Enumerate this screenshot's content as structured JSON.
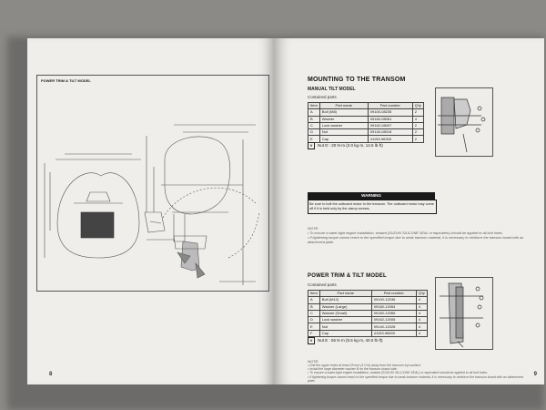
{
  "left_page": {
    "heading": "POWER TRIM & TILT MODEL",
    "page_number": "8"
  },
  "right_page": {
    "title": "MOUNTING TO THE TRANSOM",
    "page_number": "9",
    "manual": {
      "subtitle": "MANUAL TILT MODEL",
      "contained_parts_label": "Contained parts",
      "columns": [
        "Item",
        "Part name",
        "Part number",
        "Q'ty"
      ],
      "rows": [
        [
          "A",
          "Bolt (M8)",
          "09100-08235",
          "2"
        ],
        [
          "B",
          "Washer",
          "09160-08061",
          "4"
        ],
        [
          "C",
          "Lock washer",
          "09162-08007",
          "2"
        ],
        [
          "D",
          "Nut",
          "09140-08018",
          "2"
        ],
        [
          "E",
          "Cap",
          "41153-96300",
          "2"
        ]
      ],
      "torque_box": "V",
      "torque": "Nut D : 20 N·m (2.0 kg·m, 14.5 lb·ft)"
    },
    "warning": {
      "title": "WARNING",
      "text": "Be sure to bolt the outboard motor to the transom. The outboard motor may come off if it is held only by the clamp screws."
    },
    "note1": {
      "title": "NOTE:",
      "items": [
        "To ensure a water-tight engine installation, sealant (SUZUKI SILICONE SEAL or equivalent) should be applied to all bolt holes.",
        "If tightening torque cannot reach to the specified torque due to weak transom material, it is necessary to reinforce the transom board with an attachment plate."
      ]
    },
    "power": {
      "subtitle": "POWER TRIM & TILT MODEL",
      "contained_parts_label": "Contained parts",
      "columns": [
        "Item",
        "Part name",
        "Part number",
        "Q'ty"
      ],
      "rows": [
        [
          "A",
          "Bolt (M12)",
          "09100-12036",
          "4"
        ],
        [
          "B",
          "Washer (Large)",
          "09160-12064",
          "4"
        ],
        [
          "C",
          "Washer (Small)",
          "09160-12066",
          "4"
        ],
        [
          "D",
          "Lock washer",
          "09162-12005",
          "4"
        ],
        [
          "E",
          "Nut",
          "09140-12028",
          "4"
        ],
        [
          "F",
          "Cap",
          "41153-96600",
          "4"
        ]
      ],
      "torque_box": "V",
      "torque": "Nut E : 55 N·m (5.5 kg·m, 40.0 lb·ft)"
    },
    "note2": {
      "title": "NOTE:",
      "items": [
        "Drill the upper holes at least 25 mm (1.0 in) away from the transom top surface.",
        "Install the large diameter washer B on the transom board side.",
        "To ensure a water-tight engine installation, sealant (SUZUKI SILICONE SEAL) or equivalent should be applied to all bolt holes.",
        "If tightening torque cannot reach to the specified torque due to weak transom material, it is necessary to reinforce the transom board with an attachment plate."
      ]
    }
  }
}
